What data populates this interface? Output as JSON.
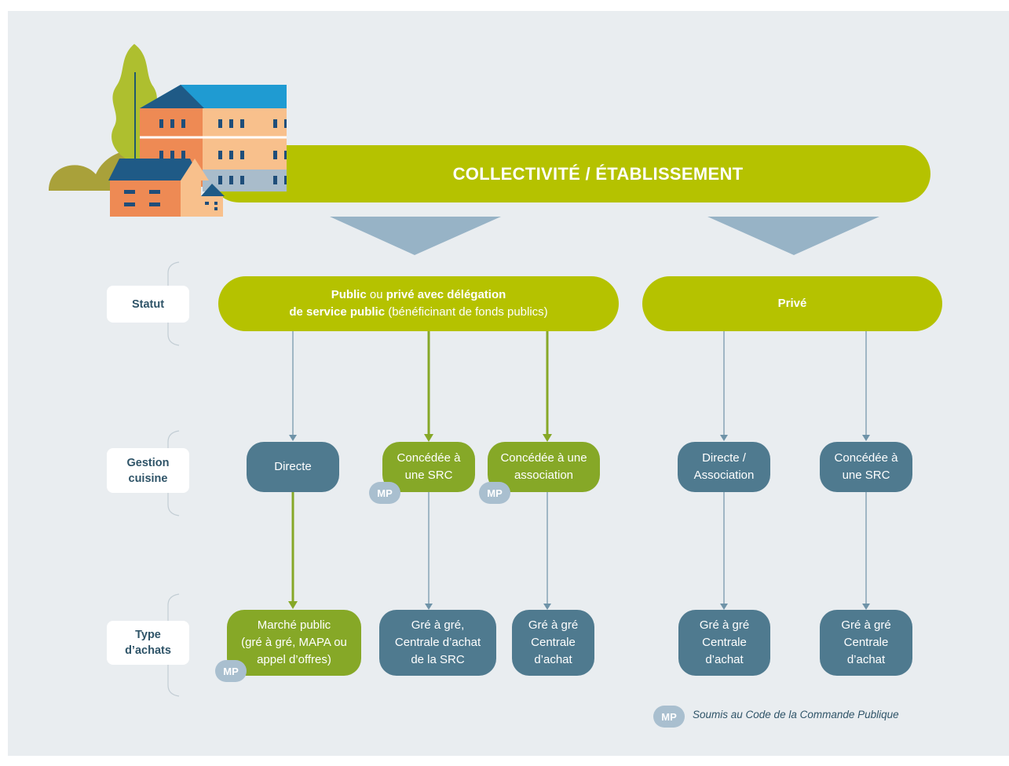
{
  "header": {
    "title": "COLLECTIVITÉ / ÉTABLISSEMENT"
  },
  "row_labels": {
    "statut": "Statut",
    "gestion_line1": "Gestion",
    "gestion_line2": "cuisine",
    "type_line1": "Type",
    "type_line2": "d’achats"
  },
  "statut": {
    "public": {
      "part1": "Public",
      "part2": " ou ",
      "part3": "privé avec délégation",
      "part4": "de service public",
      "part5": " (bénéficinant de fonds publics)"
    },
    "prive": "Privé"
  },
  "gestion": {
    "directe": "Directe",
    "concedee_src_1": "Concédée à",
    "concedee_src_2": "une SRC",
    "concedee_asso_1": "Concédée à une",
    "concedee_asso_2": "association",
    "directe_asso_1": "Directe /",
    "directe_asso_2": "Association",
    "concedee_src_prive_1": "Concédée à",
    "concedee_src_prive_2": "une SRC"
  },
  "achats": {
    "marche_1": "Marché public",
    "marche_2": "(gré à gré, MAPA ou",
    "marche_3": "appel d’offres)",
    "src_1": "Gré à gré,",
    "src_2": "Centrale d’achat",
    "src_3": "de la SRC",
    "asso_1": "Gré à gré",
    "asso_2": "Centrale",
    "asso_3": "d’achat",
    "prive_asso_1": "Gré à gré",
    "prive_asso_2": "Centrale",
    "prive_asso_3": "d’achat",
    "prive_src_1": "Gré à gré",
    "prive_src_2": "Centrale",
    "prive_src_3": "d’achat"
  },
  "mp_badge": "MP",
  "legend": {
    "badge": "MP",
    "text": "Soumis au Code de la Commande Publique"
  },
  "colors": {
    "header_green": "#b5c200",
    "olive": "#86a827",
    "slate": "#4f7a8f",
    "arrow_blue": "#97b3c6",
    "badge": "#a9bfcf",
    "label_text": "#2f5468"
  },
  "icons": [
    "building-illustration",
    "tree-icon",
    "house-icon"
  ]
}
